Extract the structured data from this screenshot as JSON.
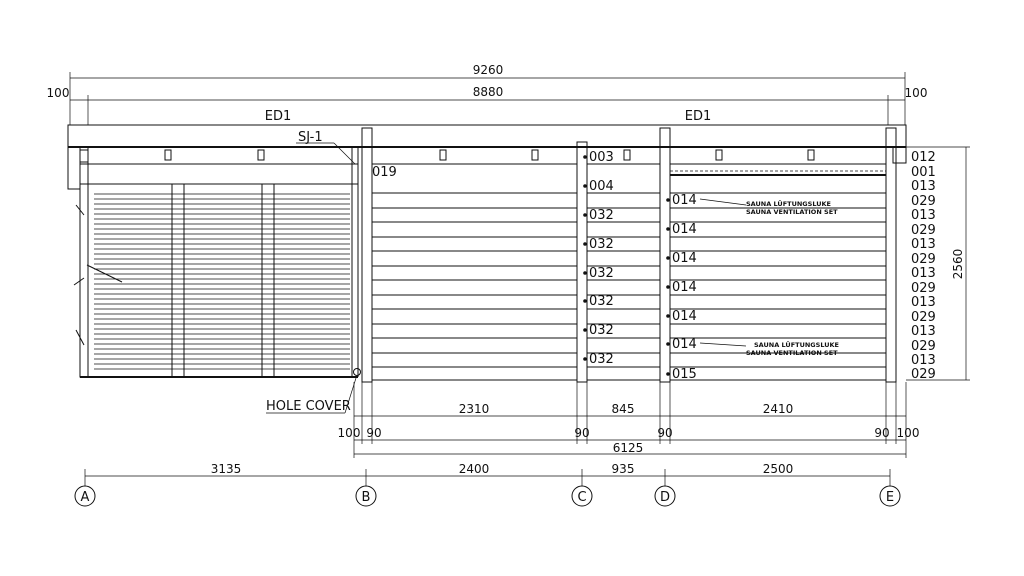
{
  "dimensions_top": {
    "overall": "9260",
    "left_overhang": "100",
    "inner": "8880",
    "right_overhang": "100"
  },
  "beams": [
    "ED1",
    "ED1"
  ],
  "labels": {
    "sj": "SJ-1",
    "hole_cover": "HOLE COVER",
    "vent_de": "SAUNA LÜFTUNGSLUKE",
    "vent_en": "SAUNA VENTILATION SET"
  },
  "height_dim": "2560",
  "codes_b": [
    "019"
  ],
  "codes_c": [
    "003",
    "004",
    "032",
    "032",
    "032",
    "032",
    "032",
    "032"
  ],
  "codes_d": [
    "014",
    "014",
    "014",
    "014",
    "014",
    "014",
    "015"
  ],
  "codes_right": [
    "012",
    "001",
    "013",
    "029",
    "013",
    "029",
    "013",
    "029",
    "013",
    "029",
    "013",
    "029",
    "013",
    "029",
    "013",
    "029"
  ],
  "dims_bottom1": [
    "2310",
    "845",
    "2410"
  ],
  "dims_bottom2": [
    "100",
    "90",
    "90",
    "90",
    "90",
    "100"
  ],
  "dims_bottom3": "6125",
  "axis_dims": [
    "3135",
    "2400",
    "935",
    "2500"
  ],
  "axes": [
    "A",
    "B",
    "C",
    "D",
    "E"
  ]
}
